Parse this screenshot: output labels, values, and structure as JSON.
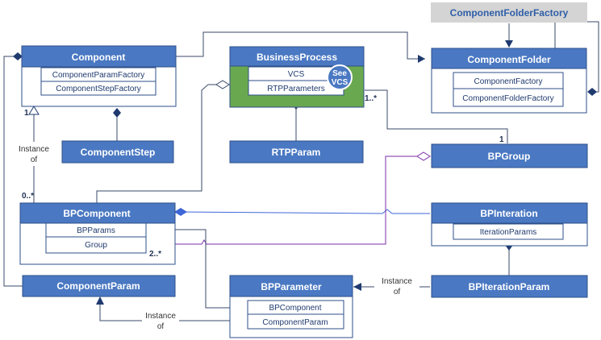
{
  "colors": {
    "box_fill": "#4a78c2",
    "box_stroke": "#2e4f8a",
    "attr_fill": "#ffffff",
    "highlight_fill": "#6aa84f",
    "factory_fill": "#d4d4d4",
    "line": "#3a4a6a",
    "purple_line": "#7a2fa8",
    "blue_line": "#3f66d6"
  },
  "classes": {
    "component": {
      "title": "Component",
      "attrs": [
        "ComponentParamFactory",
        "ComponentStepFactory"
      ]
    },
    "business_process": {
      "title": "BusinessProcess",
      "attrs": [
        "VCS",
        "RTPParameters"
      ],
      "badge": [
        "See",
        "VCS"
      ]
    },
    "component_folder_factory": {
      "title": "ComponentFolderFactory"
    },
    "component_folder": {
      "title": "ComponentFolder",
      "attrs": [
        "ComponentFactory",
        "ComponentFolderFactory"
      ]
    },
    "component_step": {
      "title": "ComponentStep"
    },
    "rtp_param": {
      "title": "RTPParam"
    },
    "bp_group": {
      "title": "BPGroup"
    },
    "bp_component": {
      "title": "BPComponent",
      "attrs": [
        "BPParams",
        "Group"
      ]
    },
    "bp_iteration": {
      "title": "BPInteration",
      "attrs": [
        "IterationParams"
      ]
    },
    "component_param": {
      "title": "ComponentParam"
    },
    "bp_parameter": {
      "title": "BPParameter",
      "attrs": [
        "BPComponent",
        "ComponentParam"
      ]
    },
    "bp_iteration_param": {
      "title": "BPIterationParam"
    }
  },
  "relations": {
    "instance_of_1": [
      "Instance",
      "of"
    ],
    "instance_of_2": [
      "Instance",
      "of"
    ],
    "instance_of_3": [
      "Instance",
      "of"
    ],
    "mult_component": "1",
    "mult_bpcomponent_many": "0..*",
    "mult_bp_many": "1..*",
    "mult_bpgroup_one": "1",
    "mult_group_many": "2..*"
  }
}
